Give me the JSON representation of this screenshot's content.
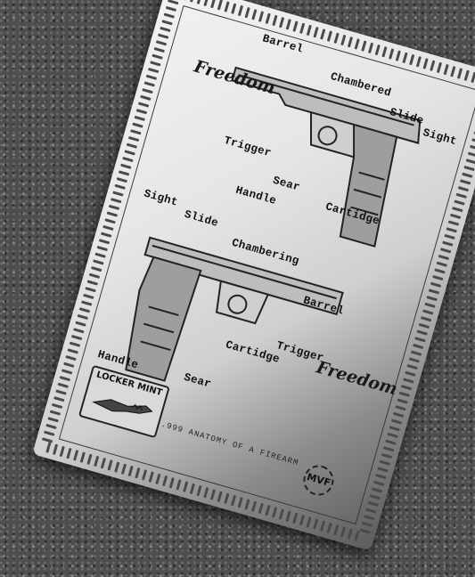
{
  "card": {
    "top_diagram": {
      "labels": {
        "barrel": "Barrel",
        "chambered": "Chambered",
        "slide": "Slide",
        "sight": "Sight",
        "trigger": "Trigger",
        "sear": "Sear",
        "cartidge": "Cartidge",
        "handle": "Handle"
      },
      "script": "Freedom"
    },
    "bottom_diagram": {
      "labels": {
        "sight": "Sight",
        "slide": "Slide",
        "chambering": "Chambering",
        "barrel": "Barrel",
        "trigger": "Trigger",
        "cartidge": "Cartidge",
        "handle": "Handle",
        "sear": "Sear"
      },
      "script": "Freedom"
    },
    "logo": "LOCKER MINT",
    "caption": ".999 ANATOMY OF A FIREARM",
    "badge": "MVF"
  }
}
